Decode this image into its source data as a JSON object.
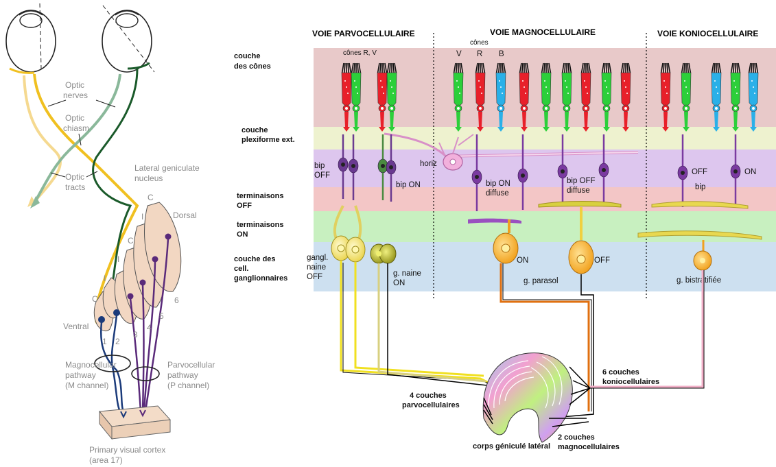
{
  "left_diagram": {
    "optic_nerves": [
      "Optic",
      "nerves"
    ],
    "optic_chiasm": [
      "Optic",
      "chiasm"
    ],
    "optic_tracts": [
      "Optic",
      "tracts"
    ],
    "lgn": [
      "Lateral geniculate",
      "nucleus"
    ],
    "dorsal": "Dorsal",
    "ventral": "Ventral",
    "magno": [
      "Magnocellular",
      "pathway",
      "(M channel)"
    ],
    "parvo": [
      "Parvocellular",
      "pathway",
      "(P channel)"
    ],
    "cortex": [
      "Primary visual cortex",
      "(area 17)"
    ],
    "layer_numbers": [
      "1",
      "2",
      "3",
      "4",
      "5",
      "6"
    ],
    "c_marks": [
      "C",
      "I",
      "C",
      "I",
      "I",
      "C"
    ]
  },
  "right_diagram": {
    "headers": [
      "VOIE PARVOCELLULAIRE",
      "VOIE MAGNOCELLULAIRE",
      "VOIE KONIOCELLULAIRE"
    ],
    "row_labels": {
      "cones": [
        "couche",
        "des cônes"
      ],
      "plexiform": [
        "couche",
        "plexiforme ext."
      ],
      "term_off": [
        "terminaisons",
        "OFF"
      ],
      "term_on": [
        "terminaisons",
        "ON"
      ],
      "ganglion": [
        "couche des",
        "cell.",
        "ganglionnaires"
      ]
    },
    "cone_labels": {
      "cones_rv": "cônes R, V",
      "cones": "cônes",
      "v": "V",
      "r": "R",
      "b": "B"
    },
    "cell_labels": {
      "bip_off": [
        "bip",
        "OFF"
      ],
      "horiz": "horiz",
      "bip_on": "bip ON",
      "bip_on_diffuse": [
        "bip ON",
        "diffuse"
      ],
      "bip_off_diffuse": [
        "bip OFF",
        "diffuse"
      ],
      "off": "OFF",
      "on": "ON",
      "bip": "bip",
      "gangl_naine_off": [
        "gangl.",
        "naine",
        "OFF"
      ],
      "g_naine_on": [
        "g. naine",
        "ON"
      ],
      "on_parasol": "ON",
      "g_parasol": "g. parasol",
      "off_parasol": "OFF",
      "g_bistratifiee": "g. bistratifiée"
    },
    "lgn_labels": {
      "parvo_layers": [
        "4 couches",
        "parvocellulaires"
      ],
      "konio_layers": [
        "6 couches",
        "koniocellulaires"
      ],
      "magno_layers": [
        "2 couches",
        "magnocellulaires"
      ],
      "corps": "corps géniculé latéral"
    }
  },
  "colors": {
    "band_cones": "#e8c9c9",
    "band_plex": "#eef2cf",
    "band_purple": "#ddc6ee",
    "band_red": "#f3c6c6",
    "band_green": "#c8f0c0",
    "band_blue": "#cde0f0",
    "cone_red": "#e8202a",
    "cone_green": "#2ccf3a",
    "cone_blue": "#2ab0e8",
    "bipolar": "#7a3aa0",
    "ganglion_yellow": "#f0e060",
    "ganglion_orange": "#f0a020",
    "optic_yellow": "#f0c020",
    "optic_green": "#1a5a2a",
    "optic_greygreen": "#8ab89a"
  }
}
